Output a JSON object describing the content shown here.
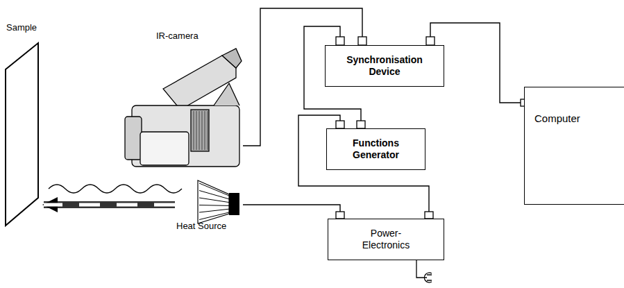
{
  "diagram": {
    "nodes": [
      {
        "text": [
          "Sample"
        ]
      },
      {
        "text": [
          "IR-camera"
        ]
      },
      {
        "text": [
          "Synchronisation Device"
        ]
      },
      {
        "text": [
          "Functions Generator"
        ]
      },
      {
        "text": [
          "Computer"
        ]
      },
      {
        "text": [
          "Heat Source"
        ]
      },
      {
        "text": [
          "Power- Electronics"
        ]
      }
    ],
    "edges": [
      {
        "from": 1,
        "to": 2,
        "arrow": "none"
      },
      {
        "from": 2,
        "to": 4,
        "arrow": "none"
      },
      {
        "from": 2,
        "to": 3,
        "arrow": "none"
      },
      {
        "from": 3,
        "to": 6,
        "arrow": "none"
      },
      {
        "from": 5,
        "to": 6,
        "arrow": "none"
      },
      {
        "from": 5,
        "to": 0,
        "arrow": "to"
      }
    ]
  }
}
